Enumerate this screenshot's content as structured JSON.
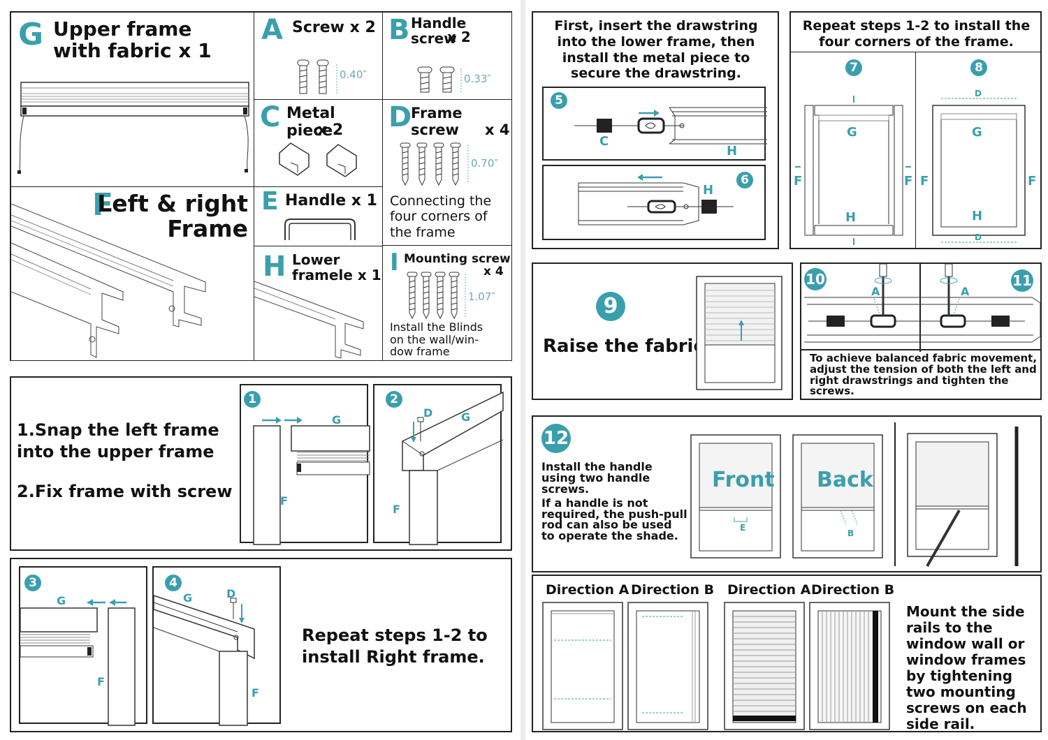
{
  "parts": {
    "G": {
      "letter": "G",
      "title": "Upper frame with fabric x 1"
    },
    "F": {
      "letter": "F",
      "title_line1": "Left & right",
      "title_line2": "Frame"
    },
    "A": {
      "letter": "A",
      "title": "Screw x 2",
      "dim": "0.40″"
    },
    "B": {
      "letter": "B",
      "title_line1": "Handle screw",
      "title_line2": "x 2",
      "dim": "0.33″"
    },
    "C": {
      "letter": "C",
      "title_line1": "Metal piece",
      "title_line2": "x 2"
    },
    "D": {
      "letter": "D",
      "title_line1": "Frame screw",
      "title_line2": "x 4",
      "dim": "0.70″",
      "note": "Connecting the four corners of the frame"
    },
    "E": {
      "letter": "E",
      "title": "Handle x 1"
    },
    "H": {
      "letter": "H",
      "title_line1": "Lower",
      "title_line2": "framele x 1"
    },
    "I": {
      "letter": "I",
      "title_line1": "Mounting screw",
      "title_line2": "x 4",
      "dim": "1.07″",
      "note": "Install the Blinds on the wall/win-dow frame"
    }
  },
  "steps12": {
    "text1": "1.Snap the left frame into the upper frame",
    "text2": "2.Fix frame with screw",
    "n1": "1",
    "n2": "2",
    "labels": {
      "G": "G",
      "F": "F",
      "D": "D"
    }
  },
  "steps34": {
    "n3": "3",
    "n4": "4",
    "text": "Repeat steps 1-2 to install Right frame."
  },
  "steps56": {
    "header": "First, insert the drawstring into the lower frame, then install the metal piece to secure the drawstring.",
    "n5": "5",
    "n6": "6",
    "labels": {
      "C": "C",
      "H": "H"
    }
  },
  "steps78": {
    "header": "Repeat steps 1-2 to install the four corners of the frame.",
    "n7": "7",
    "n8": "8",
    "labels": {
      "G": "G",
      "H": "H",
      "F": "F",
      "D": "D"
    }
  },
  "step9": {
    "n": "9",
    "text": "Raise the fabric"
  },
  "steps1011": {
    "n10": "10",
    "n11": "11",
    "A": "A",
    "text": "To achieve balanced fabric movement, adjust the tension of both the left and right drawstrings and tighten the screws."
  },
  "step12": {
    "n": "12",
    "text1": "Install the handle using two handle screws.",
    "text2": "If a handle is not required, the push-pull rod can also be used to operate the shade.",
    "front": "Front",
    "back": "Back",
    "E": "E",
    "B": "B"
  },
  "directions": {
    "dirA1": "Direction A",
    "dirB1": "Direction B",
    "dirA2": "Direction A",
    "dirB2": "Direction B",
    "text": "Mount the side rails to the window wall or window frames by tightening two mounting screws on each side rail."
  },
  "colors": {
    "accent": "#3a9fad",
    "line": "#222222"
  }
}
